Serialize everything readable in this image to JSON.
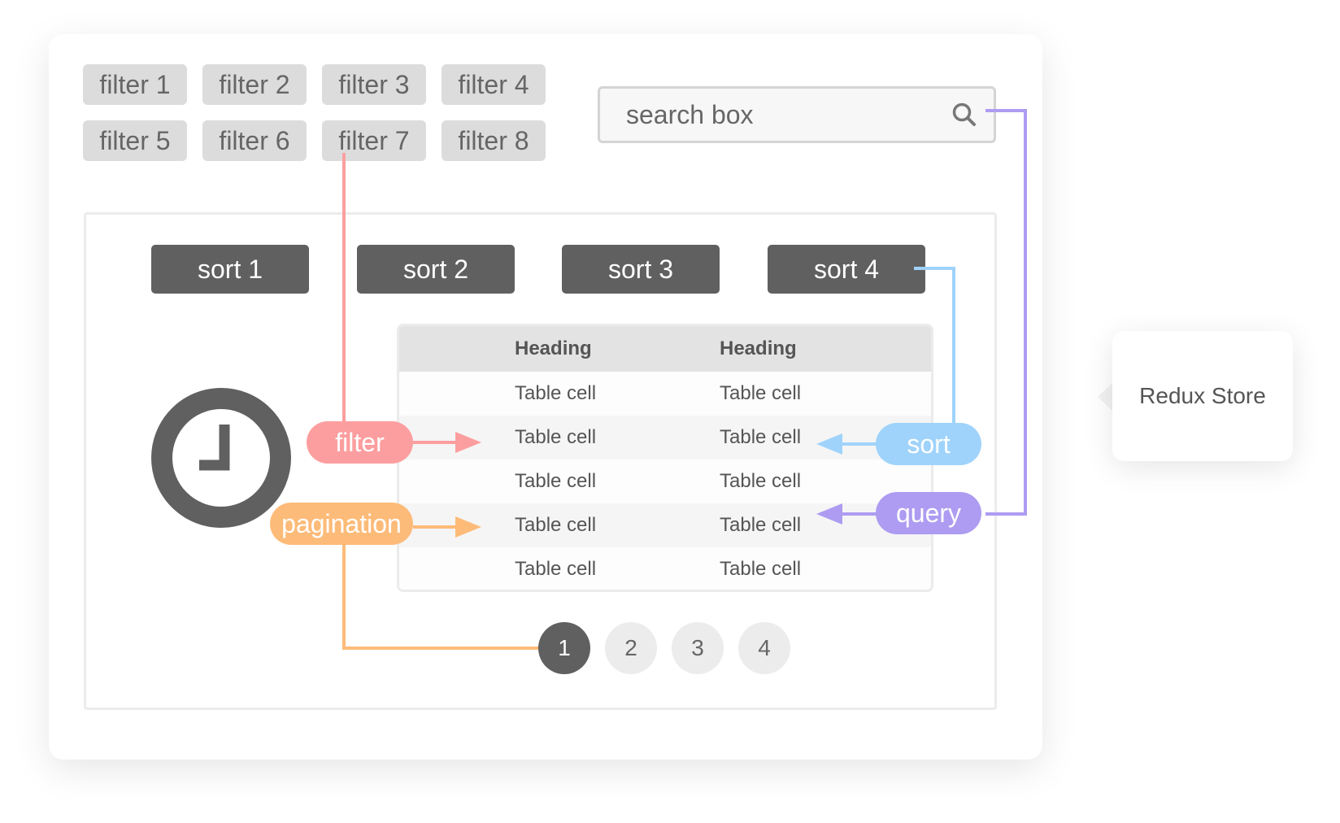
{
  "filters": [
    "filter 1",
    "filter 2",
    "filter 3",
    "filter 4",
    "filter 5",
    "filter 6",
    "filter 7",
    "filter 8"
  ],
  "search": {
    "text": "search box",
    "icon": "search-icon"
  },
  "sorts": [
    "sort 1",
    "sort 2",
    "sort 3",
    "sort 4"
  ],
  "table": {
    "headers": [
      "Heading",
      "Heading"
    ],
    "rows": [
      [
        "Table cell",
        "Table cell"
      ],
      [
        "Table cell",
        "Table cell"
      ],
      [
        "Table cell",
        "Table cell"
      ],
      [
        "Table cell",
        "Table cell"
      ],
      [
        "Table cell",
        "Table cell"
      ]
    ]
  },
  "pagination": {
    "pages": [
      "1",
      "2",
      "3",
      "4"
    ],
    "active": "1"
  },
  "flows": {
    "filter": "filter",
    "pagination": "pagination",
    "sort": "sort",
    "query": "query"
  },
  "store": {
    "label": "Redux Store"
  },
  "colors": {
    "filter": "#fc9e9f",
    "pagination": "#fdbb79",
    "sort": "#9fd3fb",
    "query": "#ad9cf1",
    "button_dark": "#606060",
    "chip": "#dcdcdc"
  }
}
